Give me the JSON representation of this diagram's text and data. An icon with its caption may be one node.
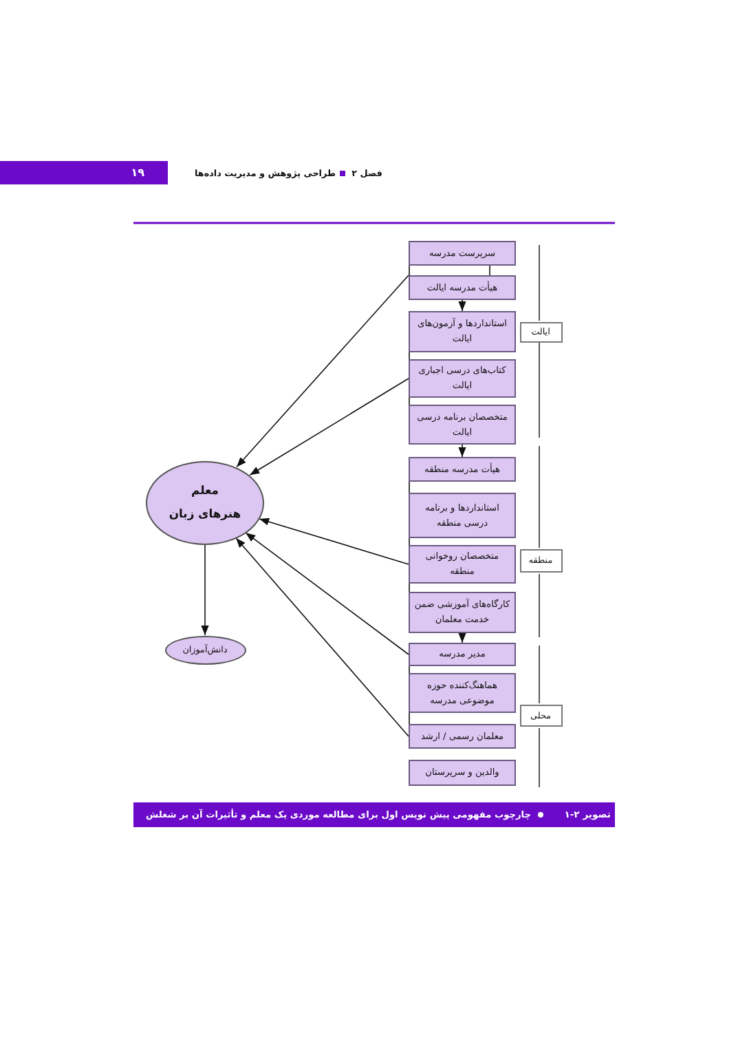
{
  "diagram": {
    "caption": "چارچوب مفهومی پیش نویس اول برای مطالعه موردی یک معلم و تأثیرات آن بر شغلش",
    "nodes": [
      {
        "text": [
          "سرپرست مدرسه"
        ]
      },
      {
        "text": [
          "هیأت مدرسه ایالت"
        ]
      },
      {
        "text": [
          "استانداردها و آزمون‌های ایالت"
        ]
      },
      {
        "text": [
          "کتاب‌های درسی اجباری ایالت"
        ]
      },
      {
        "text": [
          "متخصصان برنامه درسی ایالت"
        ]
      },
      {
        "text": [
          "هیأت مدرسه منطقه"
        ]
      },
      {
        "text": [
          "استانداردها و برنامه درسی منطقه"
        ]
      },
      {
        "text": [
          "متخصصان روخوانی منطقه"
        ]
      },
      {
        "text": [
          "کارگاه‌های آموزشی ضمن خدمت معلمان"
        ]
      },
      {
        "text": [
          "مدیر مدرسه"
        ]
      },
      {
        "text": [
          "هماهنگ‌کننده حوزه موضوعی مدرسه"
        ]
      },
      {
        "text": [
          "معلمان رسمی / ارشد"
        ]
      },
      {
        "text": [
          "والدین و سرپرستان"
        ]
      },
      {
        "text": [
          "معلم هنرهای زبان"
        ]
      },
      {
        "text": [
          "دانش‌آموزان"
        ]
      },
      {
        "text": [
          "ایالت"
        ]
      },
      {
        "text": [
          "منطقه"
        ]
      },
      {
        "text": [
          "محلی"
        ]
      }
    ],
    "edges": [
      {
        "from": 0,
        "to": 1,
        "arrow": "none"
      },
      {
        "from": 0,
        "to": 1,
        "arrow": "none"
      },
      {
        "from": 1,
        "to": 2,
        "arrow": "to"
      },
      {
        "from": 2,
        "to": 3,
        "arrow": "none"
      },
      {
        "from": 3,
        "to": 4,
        "arrow": "none"
      },
      {
        "from": 4,
        "to": 5,
        "arrow": "to"
      },
      {
        "from": 5,
        "to": 6,
        "arrow": "none"
      },
      {
        "from": 6,
        "to": 7,
        "arrow": "none"
      },
      {
        "from": 7,
        "to": 8,
        "arrow": "none"
      },
      {
        "from": 8,
        "to": 9,
        "arrow": "to"
      },
      {
        "from": 9,
        "to": 10,
        "arrow": "none"
      },
      {
        "from": 10,
        "to": 11,
        "arrow": "none"
      },
      {
        "from": 1,
        "to": 13,
        "arrow": "to"
      },
      {
        "from": 3,
        "to": 13,
        "arrow": "to"
      },
      {
        "from": 7,
        "to": 13,
        "arrow": "to"
      },
      {
        "from": 9,
        "to": 13,
        "arrow": "to"
      },
      {
        "from": 11,
        "to": 13,
        "arrow": "to"
      },
      {
        "from": 13,
        "to": 14,
        "arrow": "to"
      }
    ],
    "labels": [
      "۱۹",
      "فصل ۲",
      "طراحی پژوهش و مدیریت داده‌ها",
      "تصویر ۲-۱"
    ]
  }
}
